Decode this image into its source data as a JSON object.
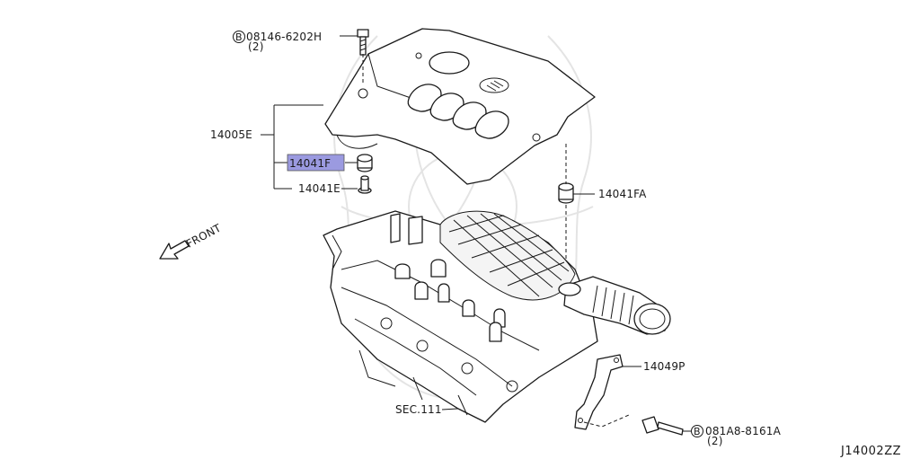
{
  "labels": {
    "b_mark": "B",
    "bolt_top_part": "08146-6202H",
    "bolt_top_qty": "(2)",
    "cover_part": "14005E",
    "grommet_f": "14041F",
    "collar_e": "14041E",
    "grommet_fa": "14041FA",
    "bracket": "14049P",
    "section": "SEC.111",
    "bolt_bottom_part": "081A8-8161A",
    "bolt_bottom_qty": "(2)",
    "front": "FRONT",
    "diagram_code": "J14002ZZ"
  },
  "colors": {
    "highlight": "#9b9ae0",
    "line": "#1a1a1a",
    "background": "#ffffff"
  }
}
